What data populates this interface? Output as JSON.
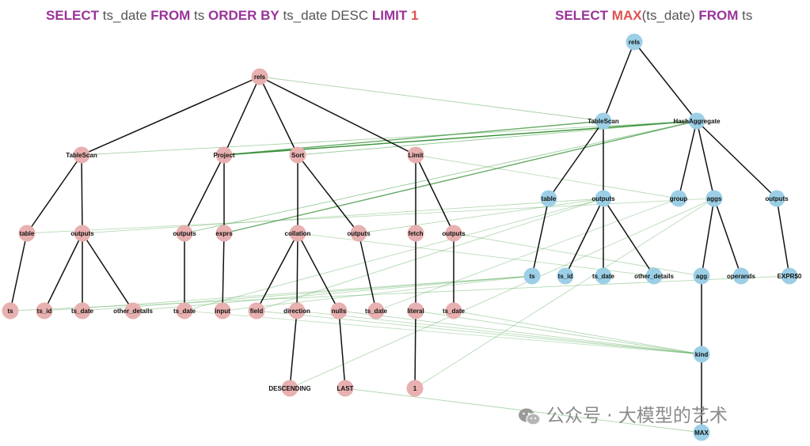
{
  "left_query": {
    "kw_select": "SELECT",
    "ts_date": " ts_date ",
    "kw_from": "FROM",
    "ts": " ts ",
    "kw_order": "ORDER BY",
    "desc": " ts_date DESC ",
    "kw_limit": "LIMIT",
    "limit_value": " 1"
  },
  "right_query": {
    "kw_select": "SELECT",
    "fn_max": " MAX",
    "arg": "(ts_date) ",
    "kw_from": "FROM",
    "ts": " ts"
  },
  "colors": {
    "left_node": "#e8b0b0",
    "right_node": "#9ccfe6",
    "tree_edge": "#111111",
    "match_edge": "#5aaa5a",
    "keyword": "#993399",
    "function": "#e05050"
  },
  "left_tree": {
    "nodes": [
      {
        "id": "L_rels",
        "label": "rels"
      },
      {
        "id": "L_tablescan",
        "label": "TableScan"
      },
      {
        "id": "L_project",
        "label": "Project"
      },
      {
        "id": "L_sort",
        "label": "Sort"
      },
      {
        "id": "L_limit",
        "label": "Limit"
      },
      {
        "id": "L_table",
        "label": "table"
      },
      {
        "id": "L_outputs1",
        "label": "outputs"
      },
      {
        "id": "L_outputs2",
        "label": "outputs"
      },
      {
        "id": "L_exprs",
        "label": "exprs"
      },
      {
        "id": "L_collation",
        "label": "collation"
      },
      {
        "id": "L_outputs3",
        "label": "outputs"
      },
      {
        "id": "L_fetch",
        "label": "fetch"
      },
      {
        "id": "L_outputs4",
        "label": "outputs"
      },
      {
        "id": "L_ts",
        "label": "ts"
      },
      {
        "id": "L_ts_id",
        "label": "ts_id"
      },
      {
        "id": "L_ts_date1",
        "label": "ts_date"
      },
      {
        "id": "L_other",
        "label": "other_details"
      },
      {
        "id": "L_ts_date2",
        "label": "ts_date"
      },
      {
        "id": "L_input",
        "label": "input"
      },
      {
        "id": "L_field",
        "label": "field"
      },
      {
        "id": "L_direction",
        "label": "direction"
      },
      {
        "id": "L_nulls",
        "label": "nulls"
      },
      {
        "id": "L_ts_date3",
        "label": "ts_date"
      },
      {
        "id": "L_literal",
        "label": "literal"
      },
      {
        "id": "L_ts_date4",
        "label": "ts_date"
      },
      {
        "id": "L_descending",
        "label": "DESCENDING"
      },
      {
        "id": "L_last",
        "label": "LAST"
      },
      {
        "id": "L_one",
        "label": "1"
      }
    ],
    "edges": [
      [
        "L_rels",
        "L_tablescan"
      ],
      [
        "L_rels",
        "L_project"
      ],
      [
        "L_rels",
        "L_sort"
      ],
      [
        "L_rels",
        "L_limit"
      ],
      [
        "L_tablescan",
        "L_table"
      ],
      [
        "L_tablescan",
        "L_outputs1"
      ],
      [
        "L_project",
        "L_outputs2"
      ],
      [
        "L_project",
        "L_exprs"
      ],
      [
        "L_sort",
        "L_collation"
      ],
      [
        "L_sort",
        "L_outputs3"
      ],
      [
        "L_limit",
        "L_fetch"
      ],
      [
        "L_limit",
        "L_outputs4"
      ],
      [
        "L_table",
        "L_ts"
      ],
      [
        "L_outputs1",
        "L_ts_id"
      ],
      [
        "L_outputs1",
        "L_ts_date1"
      ],
      [
        "L_outputs1",
        "L_other"
      ],
      [
        "L_outputs2",
        "L_ts_date2"
      ],
      [
        "L_exprs",
        "L_input"
      ],
      [
        "L_collation",
        "L_field"
      ],
      [
        "L_collation",
        "L_direction"
      ],
      [
        "L_collation",
        "L_nulls"
      ],
      [
        "L_outputs3",
        "L_ts_date3"
      ],
      [
        "L_fetch",
        "L_literal"
      ],
      [
        "L_outputs4",
        "L_ts_date4"
      ],
      [
        "L_direction",
        "L_descending"
      ],
      [
        "L_nulls",
        "L_last"
      ],
      [
        "L_literal",
        "L_one"
      ]
    ]
  },
  "right_tree": {
    "nodes": [
      {
        "id": "R_rels",
        "label": "rels"
      },
      {
        "id": "R_tablescan",
        "label": "TableScan"
      },
      {
        "id": "R_hashagg",
        "label": "HashAggregate"
      },
      {
        "id": "R_table",
        "label": "table"
      },
      {
        "id": "R_outputs1",
        "label": "outputs"
      },
      {
        "id": "R_group",
        "label": "group"
      },
      {
        "id": "R_aggs",
        "label": "aggs"
      },
      {
        "id": "R_outputs2",
        "label": "outputs"
      },
      {
        "id": "R_ts",
        "label": "ts"
      },
      {
        "id": "R_ts_id",
        "label": "ts_id"
      },
      {
        "id": "R_ts_date",
        "label": "ts_date"
      },
      {
        "id": "R_other",
        "label": "other_details"
      },
      {
        "id": "R_agg",
        "label": "agg"
      },
      {
        "id": "R_operands",
        "label": "operands"
      },
      {
        "id": "R_expr",
        "label": "EXPR$0"
      },
      {
        "id": "R_kind",
        "label": "kind"
      },
      {
        "id": "R_max",
        "label": "MAX"
      }
    ],
    "edges": [
      [
        "R_rels",
        "R_tablescan"
      ],
      [
        "R_rels",
        "R_hashagg"
      ],
      [
        "R_tablescan",
        "R_table"
      ],
      [
        "R_tablescan",
        "R_outputs1"
      ],
      [
        "R_hashagg",
        "R_group"
      ],
      [
        "R_hashagg",
        "R_aggs"
      ],
      [
        "R_hashagg",
        "R_outputs2"
      ],
      [
        "R_table",
        "R_ts"
      ],
      [
        "R_outputs1",
        "R_ts_id"
      ],
      [
        "R_outputs1",
        "R_ts_date"
      ],
      [
        "R_outputs1",
        "R_other"
      ],
      [
        "R_aggs",
        "R_agg"
      ],
      [
        "R_aggs",
        "R_operands"
      ],
      [
        "R_outputs2",
        "R_expr"
      ],
      [
        "R_agg",
        "R_kind"
      ],
      [
        "R_kind",
        "R_max"
      ]
    ]
  },
  "match_edges": [
    [
      "L_rels",
      "R_tablescan",
      0.35
    ],
    [
      "L_tablescan",
      "R_hashagg",
      0.35
    ],
    [
      "L_project",
      "R_tablescan",
      0.6
    ],
    [
      "L_project",
      "R_hashagg",
      0.9
    ],
    [
      "L_sort",
      "R_hashagg",
      0.5
    ],
    [
      "L_limit",
      "R_group",
      0.2
    ],
    [
      "L_exprs",
      "R_hashagg",
      0.6
    ],
    [
      "L_outputs2",
      "R_hashagg",
      0.45
    ],
    [
      "L_table",
      "R_aggs",
      0.2
    ],
    [
      "L_outputs1",
      "R_outputs1",
      0.25
    ],
    [
      "L_outputs3",
      "R_outputs1",
      0.25
    ],
    [
      "L_collation",
      "R_other",
      0.2
    ],
    [
      "L_outputs4",
      "R_agg",
      0.2
    ],
    [
      "L_ts",
      "R_expr",
      0.25
    ],
    [
      "L_ts_id",
      "R_ts",
      0.25
    ],
    [
      "L_ts_date1",
      "R_ts",
      0.25
    ],
    [
      "L_other",
      "R_ts",
      0.25
    ],
    [
      "L_ts_date2",
      "R_outputs1",
      0.25
    ],
    [
      "L_field",
      "R_outputs1",
      0.25
    ],
    [
      "L_input",
      "R_ts",
      0.2
    ],
    [
      "L_ts_date3",
      "R_group",
      0.2
    ],
    [
      "L_ts_date4",
      "R_kind",
      0.25
    ],
    [
      "L_literal",
      "R_kind",
      0.25
    ],
    [
      "L_direction",
      "R_kind",
      0.2
    ],
    [
      "L_nulls",
      "R_kind",
      0.25
    ],
    [
      "L_descending",
      "R_aggs",
      0.25
    ],
    [
      "L_last",
      "R_max",
      0.3
    ],
    [
      "L_one",
      "R_aggs",
      0.25
    ],
    [
      "L_field",
      "R_kind",
      0.2
    ],
    [
      "L_ts_date2",
      "R_kind",
      0.15
    ]
  ],
  "watermark": {
    "text": "公众号 · 大模型的艺术",
    "icon": "wechat-icon"
  }
}
